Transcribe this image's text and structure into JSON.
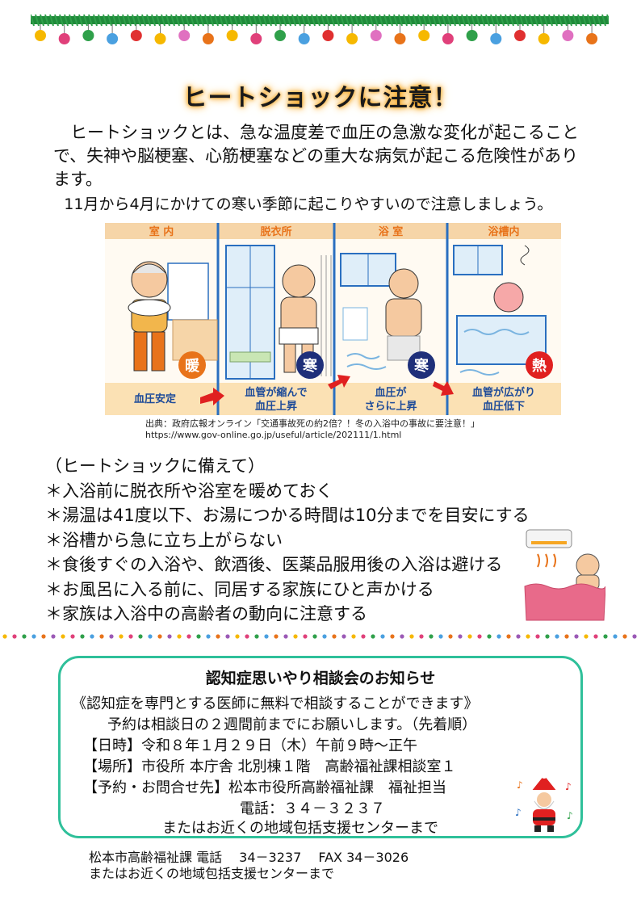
{
  "title": "ヒートショックに注意！",
  "intro": {
    "p1": "ヒートショックとは、急な温度差で血圧の急激な変化が起こることで、失神や脳梗塞、心筋梗塞などの重大な病気が起こる危険性があります。",
    "p2": "11月から4月にかけての寒い季節に起こりやすいので注意しましょう。"
  },
  "illustration": {
    "headers": [
      "室 内",
      "脱衣所",
      "浴 室",
      "浴槽内"
    ],
    "badges": [
      "暖",
      "寒",
      "寒",
      "熱"
    ],
    "captions": [
      "血圧安定",
      "血管が縮んで\n血圧上昇",
      "血圧が\nさらに上昇",
      "血管が広がり\n血圧低下"
    ],
    "colors": {
      "header_bg": "#f6d5a8",
      "header_text": "#e8731a",
      "caption_bg": "#fbe1b4",
      "caption_text": "#1e4b99",
      "divider": "#2a6fc0",
      "warm": "#e8731a",
      "cold": "#1e2f7a",
      "hot": "#e02020",
      "arrow": "#e02020"
    }
  },
  "source": {
    "line1": "出典：政府広報オンライン「交通事故死の約2倍？！冬の入浴中の事故に要注意！」",
    "line2": "https://www.gov-online.go.jp/useful/article/202111/1.html"
  },
  "prep": {
    "heading": "（ヒートショックに備えて）",
    "items": [
      "＊入浴前に脱衣所や浴室を暖めておく",
      "＊湯温は41度以下、お湯につかる時間は10分までを目安にする",
      "＊浴槽から急に立ち上がらない",
      "＊食後すぐの入浴や、飲酒後、医薬品服用後の入浴は避ける",
      "＊お風呂に入る前に、同居する家族にひと声かける",
      "＊家族は入浴中の高齢者の動向に注意する"
    ]
  },
  "notice": {
    "title": "認知症思いやり相談会のお知らせ",
    "subtitle": "《認知症を専門とする医師に無料で相談することができます》",
    "reservation": "予約は相談日の２週間前までにお願いします。（先着順）",
    "datetime": "【日時】令和８年１月２９日（木）午前９時～正午",
    "place": "【場所】市役所 本庁舎 北別棟１階　高齢福祉課相談室１",
    "contact": "【予約・お問合せ先】松本市役所高齢福祉課　福祉担当",
    "phone": "電話：３４－３２３７",
    "alt": "またはお近くの地域包括支援センターまで"
  },
  "footer": {
    "line1": "松本市高齢福祉課 電話　 34－3237　 FAX 34－3026",
    "line2": "またはお近くの地域包括支援センターまで"
  }
}
